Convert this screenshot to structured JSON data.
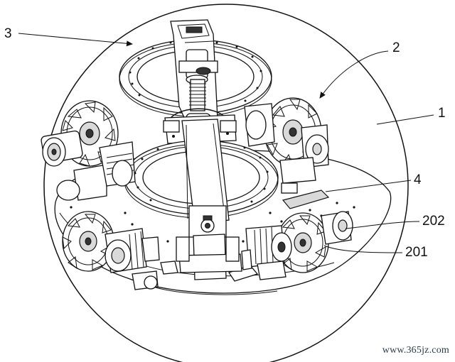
{
  "callouts": [
    {
      "id": "3",
      "text": "3"
    },
    {
      "id": "2",
      "text": "2"
    },
    {
      "id": "1",
      "text": "1"
    },
    {
      "id": "4",
      "text": "4"
    },
    {
      "id": "202",
      "text": "202"
    },
    {
      "id": "201",
      "text": "201"
    }
  ],
  "watermark": "www.365jz.com"
}
